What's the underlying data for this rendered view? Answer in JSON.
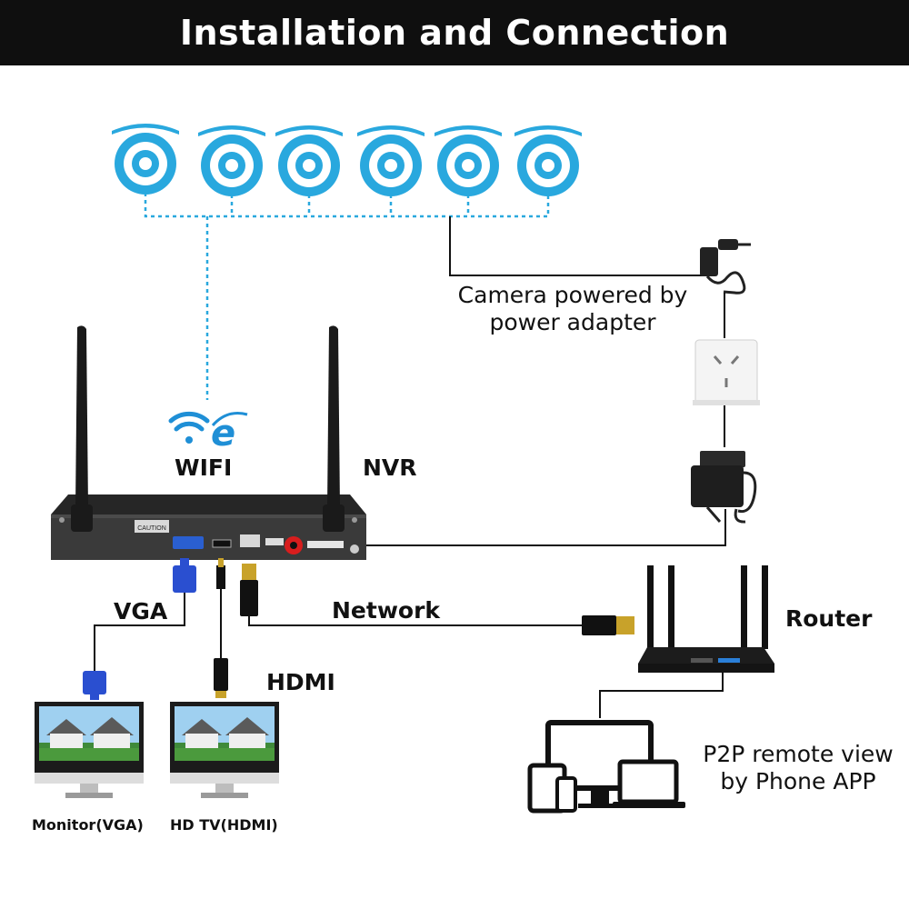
{
  "header": {
    "title": "Installation and Connection"
  },
  "labels": {
    "camera_power": [
      "Camera powered by",
      "power adapter"
    ],
    "wifi": "WIFI",
    "nvr": "NVR",
    "vga": "VGA",
    "network": "Network",
    "router": "Router",
    "hdmi": "HDMI",
    "p2p": [
      "P2P remote view",
      "by Phone APP"
    ],
    "monitor_vga": "Monitor(VGA)",
    "hd_tv": "HD TV(HDMI)"
  },
  "nvr_panel": {
    "caution": "CAUTION"
  },
  "colors": {
    "camera_blue": "#29a8de",
    "dark": "#111111",
    "header_bg": "#0f0f0f",
    "vga_blue": "#2a4fd0",
    "hdmi_gold": "#c8a22a"
  },
  "icons": [
    "camera-icon",
    "wifi-icon",
    "ie-browser-icon",
    "power-adapter-icon",
    "wall-socket-icon",
    "router-icon",
    "monitor-icon",
    "tv-icon",
    "laptop-icon",
    "tablet-icon",
    "phone-icon",
    "vga-connector-icon",
    "hdmi-connector-icon",
    "rj45-connector-icon"
  ]
}
